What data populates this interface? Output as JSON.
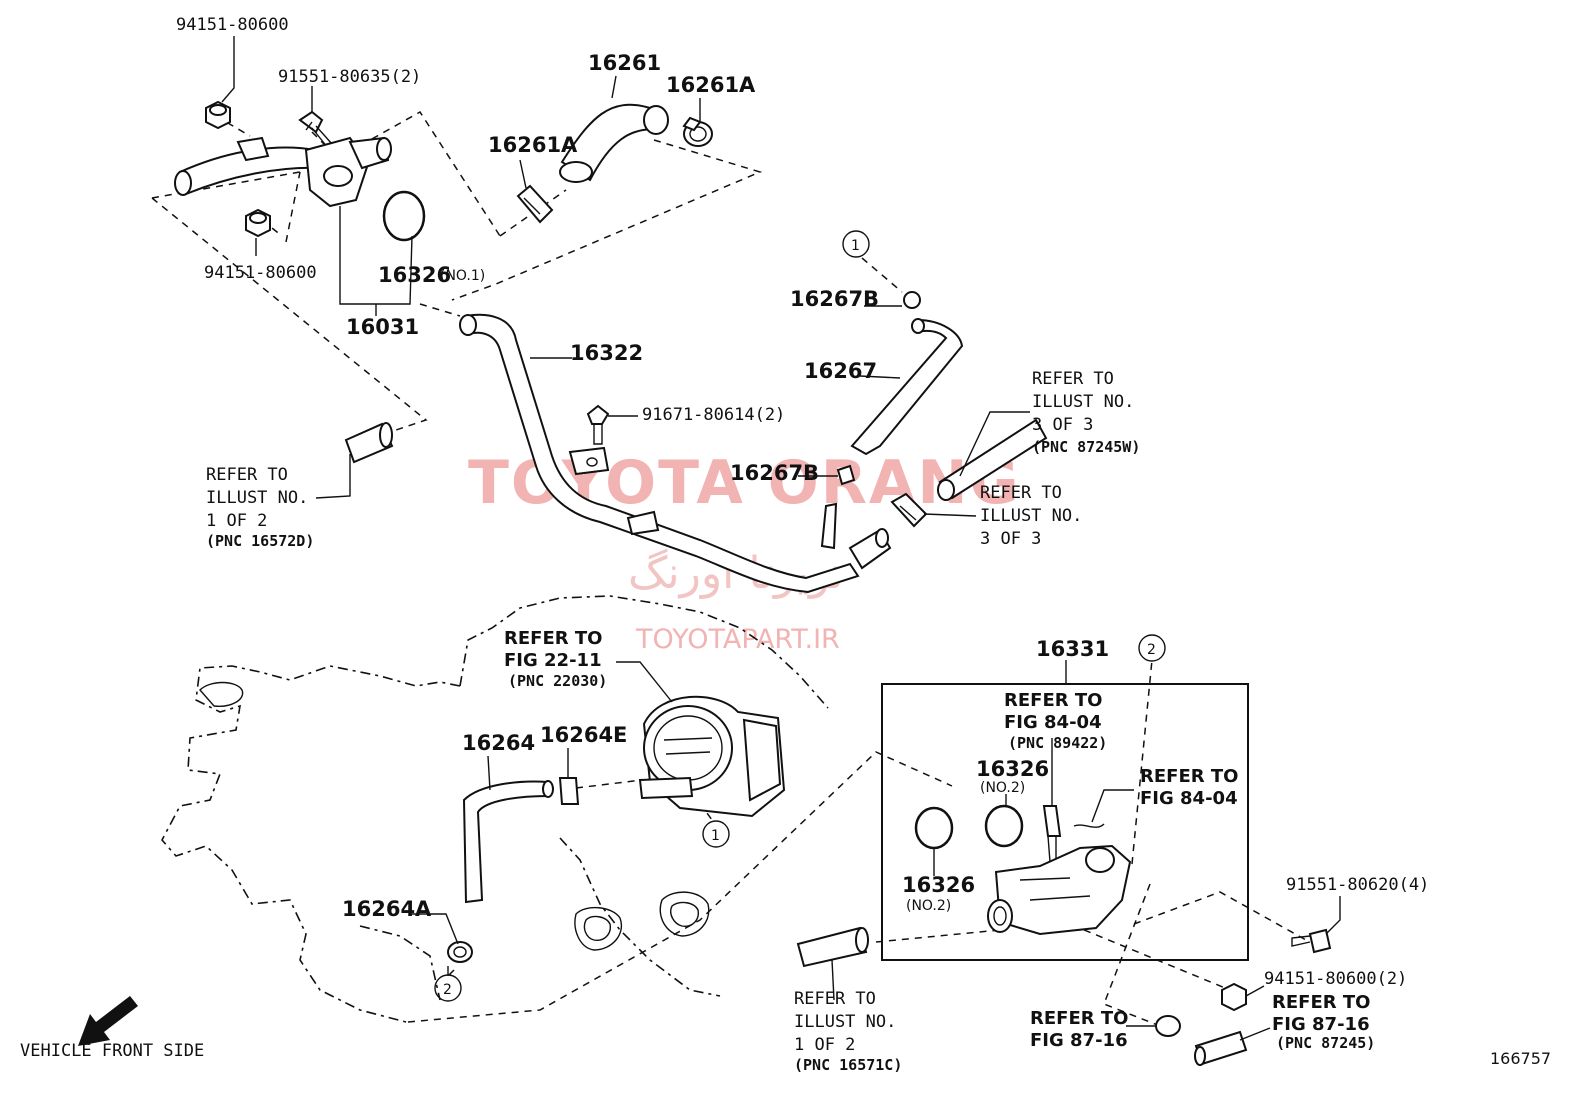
{
  "watermark": {
    "brand": "TOYOTA ORANG",
    "brand_fa": "تویوتا اورنگ",
    "site": "TOYOTAPART.IR"
  },
  "parts": {
    "p94151_top": "94151-80600",
    "p91551_635": "91551-80635(2)",
    "p16261": "16261",
    "p16261A_right": "16261A",
    "p16261A_left": "16261A",
    "p94151_mid": "94151-80600",
    "p16326_no1": "16326",
    "no1_note": "(NO.1)",
    "p16031": "16031",
    "p16322": "16322",
    "p16267B_top": "16267B",
    "p16267": "16267",
    "p91671": "91671-80614(2)",
    "p16267B_mid": "16267B",
    "p16331": "16331",
    "p16264": "16264",
    "p16264E": "16264E",
    "p16264A": "16264A",
    "p16326_no2_a": "16326",
    "no2_note_a": "(NO.2)",
    "p16326_no2_b": "16326",
    "no2_note_b": "(NO.2)",
    "p91551_620": "91551-80620(4)",
    "p94151_bot": "94151-80600(2)",
    "circle1_a": "1",
    "circle1_b": "1",
    "circle2_a": "2",
    "circle2_b": "2"
  },
  "refs": {
    "r1": [
      "REFER TO",
      "ILLUST NO.",
      "3 OF 3",
      "(PNC 87245W)"
    ],
    "r2": [
      "REFER TO",
      "ILLUST NO.",
      "1 OF 2",
      "(PNC 16572D)"
    ],
    "r3": [
      "REFER TO",
      "ILLUST NO.",
      "3 OF 3"
    ],
    "r4": [
      "REFER TO",
      "FIG 22-11",
      "(PNC 22030)"
    ],
    "r5": [
      "REFER TO",
      "FIG 84-04",
      "(PNC 89422)"
    ],
    "r6": [
      "REFER TO",
      "FIG 84-04"
    ],
    "r7": [
      "REFER TO",
      "ILLUST NO.",
      "1 OF 2",
      "(PNC 16571C)"
    ],
    "r8": [
      "REFER TO",
      "FIG 87-16"
    ],
    "r9": [
      "REFER TO",
      "FIG 87-16",
      "(PNC 87245)"
    ]
  },
  "footer": {
    "vehicle_front": "VEHICLE FRONT SIDE",
    "illust_number": "166757"
  }
}
